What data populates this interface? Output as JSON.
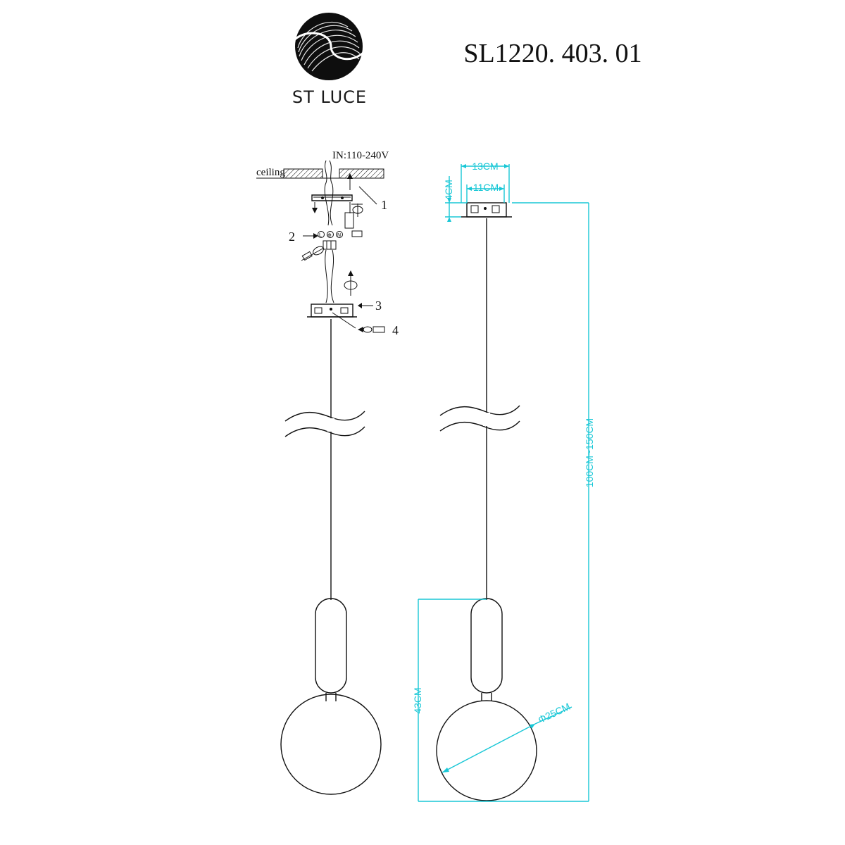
{
  "header": {
    "brand": "ST LUCE",
    "model": "SL1220. 403. 01",
    "logo_icon": "st-luce-swirl-logo"
  },
  "install_view": {
    "input_label": "IN:110-240V",
    "ceiling_label": "ceiling",
    "callouts": [
      "1",
      "2",
      "3",
      "4"
    ],
    "terminal_marks": [
      "L",
      "⊕",
      "N"
    ]
  },
  "dimension_view": {
    "canopy_outer": "13CM",
    "canopy_inner": "11CM",
    "canopy_height": "4CM",
    "cable_length": "100CM~150CM",
    "lamp_height": "43CM",
    "globe_diameter": "Φ25CM",
    "accent_color": "#18c7d6"
  }
}
